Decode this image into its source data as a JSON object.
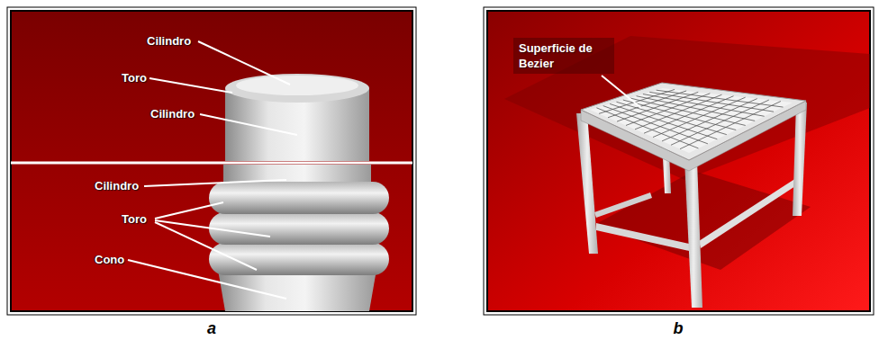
{
  "diagram": {
    "nodes": [
      {
        "text": [
          "Superficie de Bezier"
        ]
      }
    ],
    "labels": [
      "Cilindro",
      "Toro",
      "Cilindro",
      "Cilindro",
      "Toro",
      "Cono",
      "a",
      "b"
    ]
  }
}
